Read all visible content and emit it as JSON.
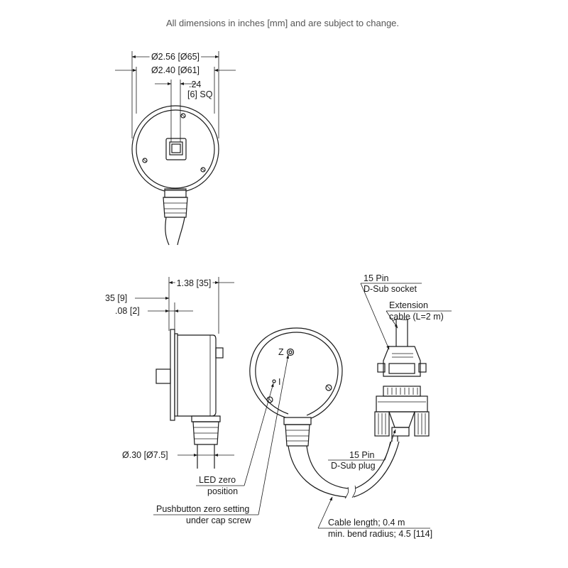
{
  "notice": "All dimensions in inches [mm] and are subject to change.",
  "colors": {
    "line": "#1a1a1a",
    "notice_text": "#555555",
    "background": "#ffffff"
  },
  "front_view": {
    "outer_diameter": "Ø2.56 [Ø65]",
    "inner_diameter": "Ø2.40 [Ø61]",
    "shaft_square_a": ".24",
    "shaft_square_b": "[6] SQ"
  },
  "side_view": {
    "depth": "1.38 [35]",
    "flange": "35 [9]",
    "flange_thickness": ".08 [2]",
    "cable_diameter": "Ø.30 [Ø7.5]"
  },
  "rear_view": {
    "marker_z": "Z",
    "marker_i": "I"
  },
  "callouts": {
    "dsub_socket_a": "15 Pin",
    "dsub_socket_b": "D-Sub socket",
    "extension_a": "Extension",
    "extension_b": "cable (L=2 m)",
    "dsub_plug_a": "15 Pin",
    "dsub_plug_b": "D-Sub plug",
    "led_a": "LED zero",
    "led_b": "position",
    "push_a": "Pushbutton zero setting",
    "push_b": "under cap screw",
    "cable_a": "Cable length; 0.4 m",
    "cable_b": "min. bend radius; 4.5 [114]"
  }
}
